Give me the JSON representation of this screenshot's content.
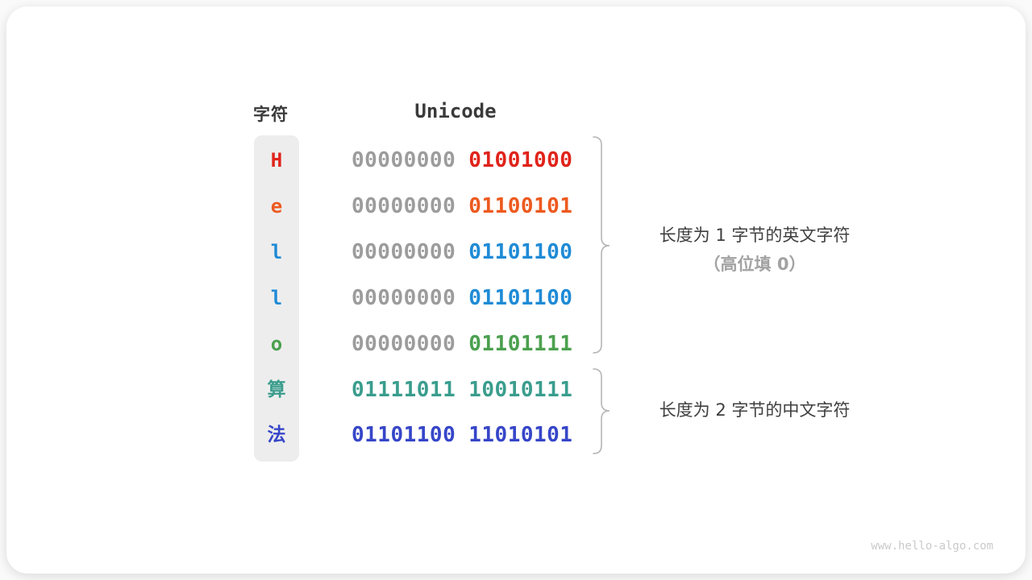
{
  "headers": {
    "char": "字符",
    "unicode": "Unicode"
  },
  "rows": [
    {
      "char": "H",
      "byte1": "00000000",
      "byte2": "01001000",
      "char_color": "#e0241b",
      "byte1_color": "#9c9c9c",
      "byte2_color": "#e0241b"
    },
    {
      "char": "e",
      "byte1": "00000000",
      "byte2": "01100101",
      "char_color": "#ed5a1f",
      "byte1_color": "#9c9c9c",
      "byte2_color": "#ed5a1f"
    },
    {
      "char": "l",
      "byte1": "00000000",
      "byte2": "01101100",
      "char_color": "#1f8bd6",
      "byte1_color": "#9c9c9c",
      "byte2_color": "#1f8bd6"
    },
    {
      "char": "l",
      "byte1": "00000000",
      "byte2": "01101100",
      "char_color": "#1f8bd6",
      "byte1_color": "#9c9c9c",
      "byte2_color": "#1f8bd6"
    },
    {
      "char": "o",
      "byte1": "00000000",
      "byte2": "01101111",
      "char_color": "#4ba04f",
      "byte1_color": "#9c9c9c",
      "byte2_color": "#4ba04f"
    },
    {
      "char": "算",
      "byte1": "01111011",
      "byte2": "10010111",
      "char_color": "#3a9d8d",
      "byte1_color": "#3a9d8d",
      "byte2_color": "#3a9d8d"
    },
    {
      "char": "法",
      "byte1": "01101100",
      "byte2": "11010101",
      "char_color": "#3646c8",
      "byte1_color": "#3646c8",
      "byte2_color": "#3646c8"
    }
  ],
  "annotations": {
    "group1": {
      "line1": "长度为 1 字节的英文字符",
      "line2": "（高位填 0）"
    },
    "group2": {
      "line1": "长度为 2 字节的中文字符"
    }
  },
  "watermark": "www.hello-algo.com",
  "colors": {
    "card_background": "#ffffff",
    "char_column_background": "#ededed",
    "header_text": "#3a3a3a",
    "binary_gray": "#9c9c9c",
    "red": "#e0241b",
    "orange": "#ed5a1f",
    "azure_blue": "#1f8bd6",
    "green": "#4ba04f",
    "teal": "#3a9d8d",
    "indigo_blue": "#3646c8",
    "brace_stroke": "#b5b5b5",
    "annotation_dark": "#3f3f3f",
    "annotation_light": "#a2a2a2",
    "watermark_gray": "#cacaca"
  }
}
